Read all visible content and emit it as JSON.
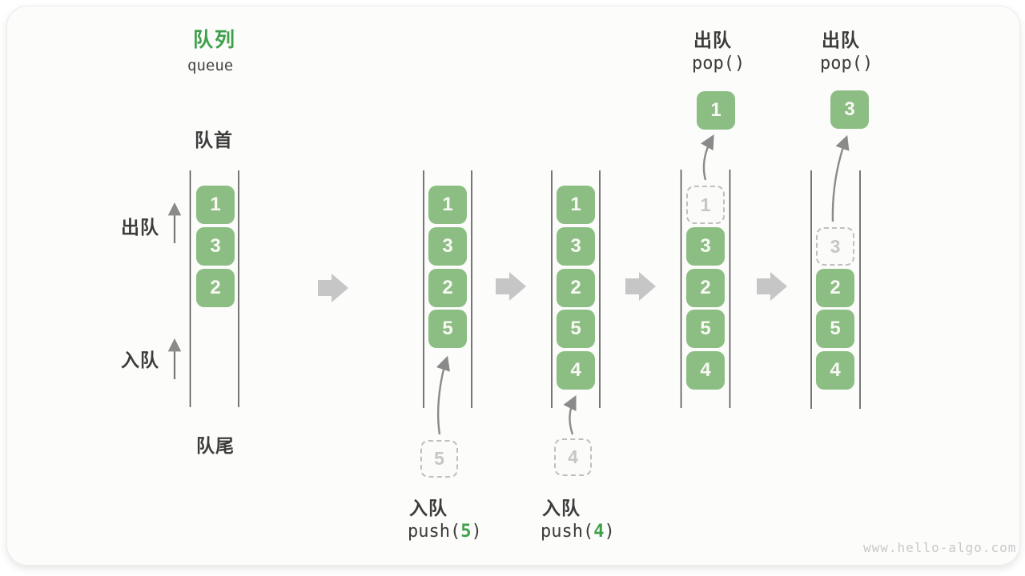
{
  "header": {
    "title_zh": "队列",
    "title_en": "queue"
  },
  "labels": {
    "front": "队首",
    "rear": "队尾",
    "dequeue": "出队",
    "enqueue": "入队"
  },
  "queue_states": [
    {
      "id": "initial",
      "boxes": [
        "1",
        "3",
        "2"
      ]
    },
    {
      "id": "after-push-5",
      "boxes": [
        "1",
        "3",
        "2",
        "5"
      ],
      "incoming_value": "5"
    },
    {
      "id": "after-push-4",
      "boxes": [
        "1",
        "3",
        "2",
        "5",
        "4"
      ],
      "incoming_value": "4"
    },
    {
      "id": "after-pop-1",
      "ghost_value": "1",
      "boxes": [
        "3",
        "2",
        "5",
        "4"
      ],
      "popped_value": "1"
    },
    {
      "id": "after-pop-3",
      "ghost_value": "3",
      "boxes": [
        "2",
        "5",
        "4"
      ],
      "popped_value": "3"
    }
  ],
  "operations": {
    "push_5": {
      "action": "入队",
      "code_before": "push(",
      "arg": "5",
      "code_after": ")"
    },
    "push_4": {
      "action": "入队",
      "code_before": "push(",
      "arg": "4",
      "code_after": ")"
    },
    "pop_1": {
      "action": "出队",
      "code": "pop()"
    },
    "pop_3": {
      "action": "出队",
      "code": "pop()"
    }
  },
  "watermark": "www.hello-algo.com",
  "colors": {
    "accent_green": "#3EA049",
    "box_green": "#8CBE84",
    "ghost_gray": "#BFBFBF",
    "block_arrow_gray": "#C6C6C6",
    "channel_line": "#4B4B4B"
  }
}
